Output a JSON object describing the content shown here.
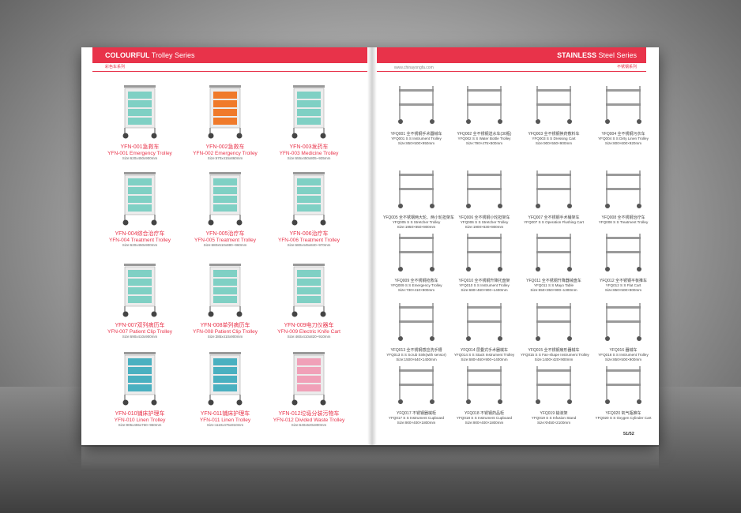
{
  "left_page": {
    "header_bold": "COLOURFUL",
    "header_thin": "Trolley Series",
    "header_cn": "彩色车系列",
    "items": [
      {
        "code": "YFN-001急救车",
        "name": "YFN-001 Emergency Trolley",
        "size": "Size:620x450x900mm",
        "color": "#7fd0c4"
      },
      {
        "code": "YFN-002急救车",
        "name": "YFN-002 Emergency Trolley",
        "size": "Size:670x415x860mm",
        "color": "#f07a2a"
      },
      {
        "code": "YFN-003发药车",
        "name": "YFN-003 Medicine Trolley",
        "size": "Size:655x450x805~935mm",
        "color": "#7fd0c4"
      },
      {
        "code": "YFN-004综合治疗车",
        "name": "YFN-004 Treatment Trolley",
        "size": "Size:620x450x900mm",
        "color": "#7fd0c4"
      },
      {
        "code": "YFN-005治疗车",
        "name": "YFN-005 Treatment Trolley",
        "size": "Size:680x510x880~960mm",
        "color": "#7fd0c4"
      },
      {
        "code": "YFN-006治疗车",
        "name": "YFN-006 Treatment Trolley",
        "size": "Size:680x445x840~970mm",
        "color": "#7fd0c4"
      },
      {
        "code": "YFN-007双列病历车",
        "name": "YFN-007 Patient Clip Trolley",
        "size": "Size:690x410x900mm",
        "color": "#7fd0c4"
      },
      {
        "code": "YFN-008单列病历车",
        "name": "YFN-008 Patient Clip Trolley",
        "size": "Size:385x410x900mm",
        "color": "#7fd0c4"
      },
      {
        "code": "YFN-009电刀仪器车",
        "name": "YFN-009 Electric Knife Cart",
        "size": "Size:460x410x820~910mm",
        "color": "#7fd0c4"
      },
      {
        "code": "YFN-010铺床护理车",
        "name": "YFN-010 Linen Trolley",
        "size": "Size:905x455x760~960mm",
        "color": "#4ab0c0"
      },
      {
        "code": "YFN-011铺床护理车",
        "name": "YFN-011 Linen Trolley",
        "size": "Size:1110x475x910mm",
        "color": "#4ab0c0"
      },
      {
        "code": "YFN-012垃圾分装污物车",
        "name": "YFN-012 Divided Waste Trolley",
        "size": "Size:640x520x800mm",
        "color": "#f0a0b8"
      }
    ]
  },
  "right_page": {
    "header_bold": "STAINLESS",
    "header_thin": "Steel Series",
    "header_cn": "不锈钢系列",
    "url": "www.chinayongfa.com",
    "page_number": "51/52",
    "items": [
      {
        "cn": "YFQ001 全不锈钢手术器械车",
        "en": "YFQ001 S S Instrument Trolley",
        "size": "Size:850×500×950mm"
      },
      {
        "cn": "YFQ002 全不锈钢送水车(30瓶)",
        "en": "YFQ002 S S Water Bottle Trolley",
        "size": "Size:790×475×800mm"
      },
      {
        "cn": "YFQ003 全不锈钢换药敷料车",
        "en": "YFQ003 S S Dressing Cart",
        "size": "Size:900×550×900mm"
      },
      {
        "cn": "YFQ004 全不锈钢污衣车",
        "en": "YFQ004 S S Dirty Linen Trolley",
        "size": "Size:800×600×920mm"
      },
      {
        "cn": "YFQ005 全不锈钢两大轮、两小轮担架车",
        "en": "YFQ005 S S Stretcher Trolley",
        "size": "Size:1950×650×800mm"
      },
      {
        "cn": "YFQ006 全不锈钢小轮担架车",
        "en": "YFQ006 S S Stretcher Trolley",
        "size": "Size:1900×630×800mm"
      },
      {
        "cn": "YFQ007 全不锈钢手术桶架车",
        "en": "YFQ007 S S Operation Flushing Cart",
        "size": ""
      },
      {
        "cn": "YFQ008 全不锈钢治疗车",
        "en": "YFQ008 S S Treatment Trolley",
        "size": ""
      },
      {
        "cn": "YFQ009 全不锈钢抢救车",
        "en": "YFQ009 S S Emergency Trolley",
        "size": "Size:730×410×900mm"
      },
      {
        "cn": "YFQ010 全不锈钢升降托盘架",
        "en": "YFQ010 S S Instrument Trolley",
        "size": "Size:680×460×900~1400mm"
      },
      {
        "cn": "YFQ011 全不锈钢升降器械盘车",
        "en": "YFQ011 S S Mayo Table",
        "size": "Size:550×350×900~1300mm"
      },
      {
        "cn": "YFQ012 全不锈钢平板推车",
        "en": "YFQ012 S S Flat Cart",
        "size": "Size:850×500×900mm"
      },
      {
        "cn": "YFQ013 全不锈钢感应洗手槽",
        "en": "YFQ013 S S Scrub Sink(with sensor)",
        "size": "Size:1500×640×1400mm"
      },
      {
        "cn": "YFQ014 层叠式手术器械车",
        "en": "YFQ014 S S Stack Instrument Trolley",
        "size": "Size:680×460×900~1400mm"
      },
      {
        "cn": "YFQ015 全不锈钢扇形器械车",
        "en": "YFQ015 S S Fan-shape Instrument Trolley",
        "size": "Size:1400×420×900mm"
      },
      {
        "cn": "YFQ016 器械车",
        "en": "YFQ016 S S Instrument Trolley",
        "size": "Size:850×500×900mm"
      },
      {
        "cn": "YFQ017 不锈钢器械柜",
        "en": "YFQ017 S S Instrument Cupboard",
        "size": "Size:900×400×1800mm"
      },
      {
        "cn": "YFQ018 不锈钢药品柜",
        "en": "YFQ018 S S Instrument Cupboard",
        "size": "Size:900×400×1800mm"
      },
      {
        "cn": "YFQ019 输液架",
        "en": "YFQ019 S S Infusion Stand",
        "size": "Size:Φ450×2100mm"
      },
      {
        "cn": "YFQ020 氧气瓶推车",
        "en": "YFQ020 S S Oxygen Cylinder Cart",
        "size": ""
      }
    ]
  }
}
